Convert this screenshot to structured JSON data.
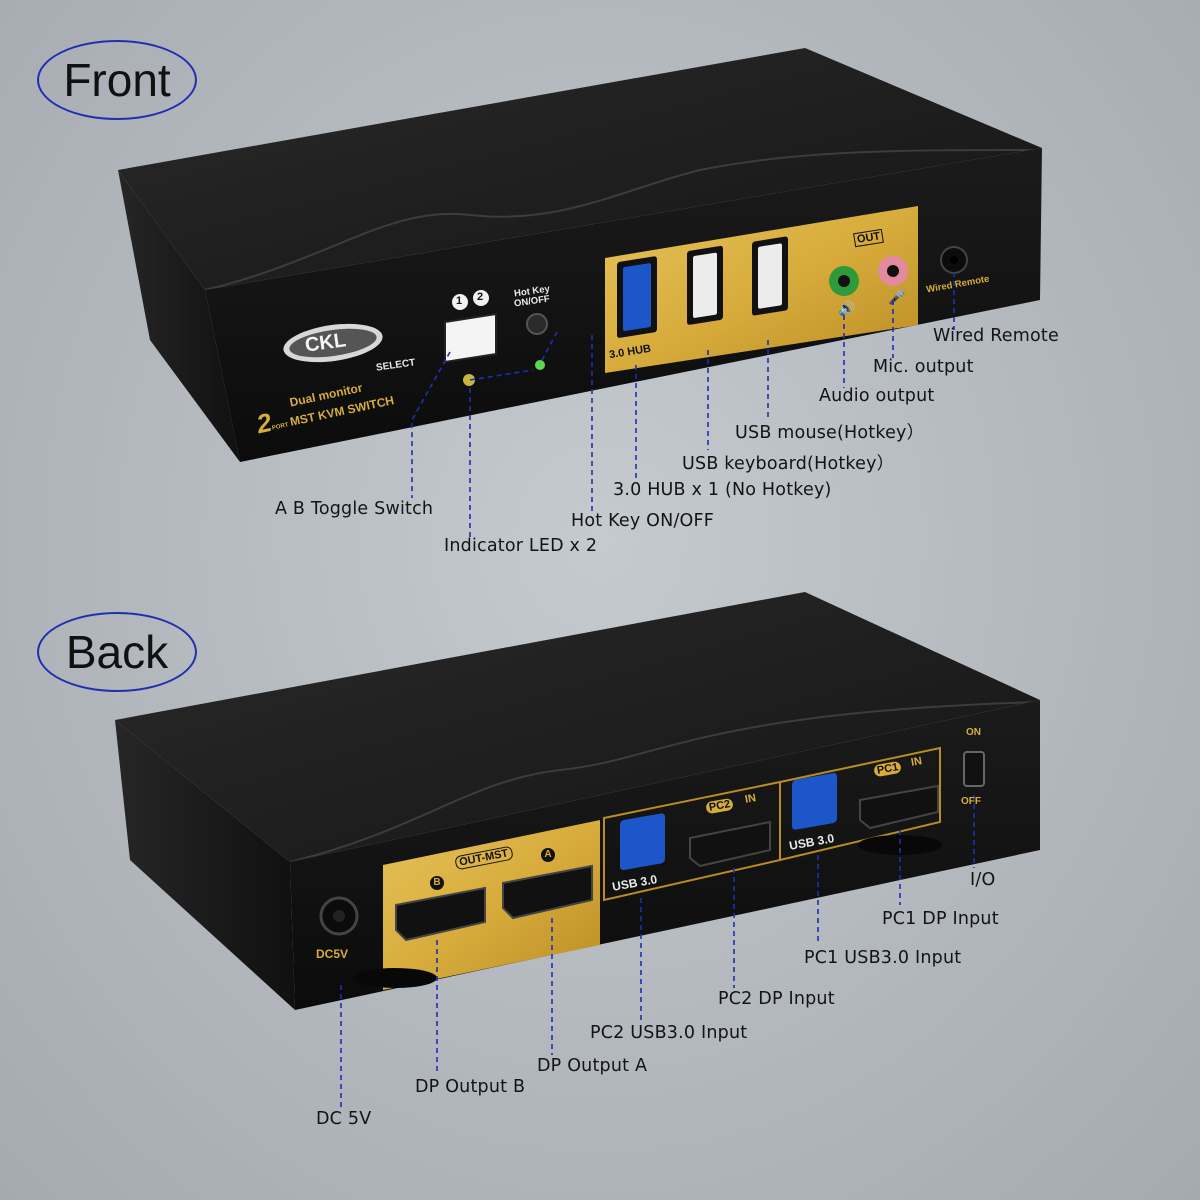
{
  "sections": {
    "front": "Front",
    "back": "Back"
  },
  "device_markings": {
    "brand": "CKL",
    "port_count": "2",
    "port_word": "PORT",
    "model_line1": "Dual monitor",
    "model_line2": "MST KVM SWITCH",
    "select": "SELECT",
    "pc1": "1",
    "pc2": "2",
    "hotkey_line1": "Hot Key",
    "hotkey_line2": "ON/OFF",
    "hub": "3.0 HUB",
    "out": "OUT",
    "wired_remote": "Wired Remote",
    "out_mst": "OUT-MST",
    "letter_a": "A",
    "letter_b": "B",
    "usb30_left": "USB 3.0",
    "usb30_right": "USB 3.0",
    "pc2_in": "PC2",
    "pc1_in": "PC1",
    "in": "IN",
    "on": "ON",
    "off": "OFF",
    "dc5v": "DC5V"
  },
  "front_callouts": {
    "wired_remote": "Wired Remote",
    "mic_output": "Mic. output",
    "audio_output": "Audio output",
    "usb_mouse": "USB mouse(Hotkey）",
    "usb_keyboard": "USB keyboard(Hotkey）",
    "hub": "3.0 HUB x 1 (No Hotkey)",
    "toggle": "A B Toggle Switch",
    "hotkey": "Hot Key ON/OFF",
    "led": "Indicator LED x 2"
  },
  "back_callouts": {
    "io": "I/O",
    "pc1_dp": "PC1 DP Input",
    "pc1_usb": "PC1 USB3.0 Input",
    "pc2_dp": "PC2 DP Input",
    "pc2_usb": "PC2 USB3.0 Input",
    "dp_a": "DP Output A",
    "dp_b": "DP Output B",
    "dc5v": "DC 5V"
  },
  "colors": {
    "background": "#b8bec3",
    "device_body": "#1c1c1c",
    "gold_panel": "#d7ac3c",
    "callout_line": "#1f2fb0",
    "usb3_blue": "#1d56c8"
  }
}
